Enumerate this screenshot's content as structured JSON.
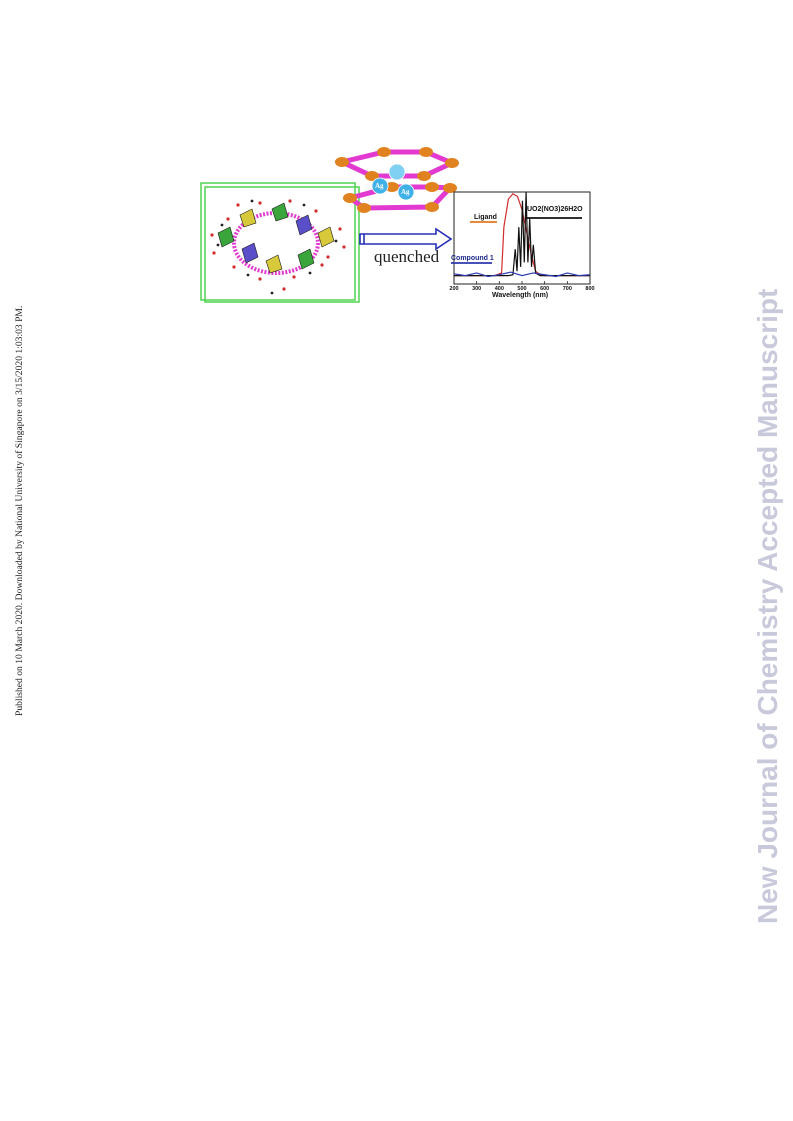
{
  "side_note": "Published on 10 March 2020. Downloaded by National University of Singapore on 3/15/2020 1:03:03 PM.",
  "watermark": "New Journal of Chemistry Accepted Manuscript",
  "graphic": {
    "arrow_label": "quenched",
    "ag_label": "Ag"
  },
  "chart_data": {
    "type": "line",
    "xlabel": "Wavelength (nm)",
    "x_ticks": [
      "200",
      "300",
      "400",
      "500",
      "600",
      "700",
      "800"
    ],
    "xlim": [
      200,
      800
    ],
    "legend": [
      {
        "name": "Ligand",
        "color": "#e07b1f"
      },
      {
        "name": "UO2(NO3)26H2O",
        "color": "#111111"
      },
      {
        "name": "Compound 1",
        "color": "#2b3ab0"
      }
    ],
    "series": [
      {
        "name": "Ligand",
        "color": "#d22b2b",
        "x": [
          200,
          380,
          410,
          420,
          440,
          460,
          480,
          500,
          520,
          540,
          560,
          580,
          600,
          620,
          800
        ],
        "y": [
          0.05,
          0.05,
          0.08,
          0.6,
          0.92,
          0.98,
          0.95,
          0.8,
          0.55,
          0.3,
          0.1,
          0.06,
          0.05,
          0.05,
          0.05
        ]
      },
      {
        "name": "UO2(NO3)26H2O",
        "color": "#111111",
        "x": [
          200,
          440,
          460,
          470,
          478,
          486,
          494,
          502,
          510,
          518,
          526,
          534,
          542,
          550,
          560,
          580,
          800
        ],
        "y": [
          0.05,
          0.05,
          0.06,
          0.35,
          0.1,
          0.6,
          0.15,
          0.9,
          0.2,
          1.0,
          0.2,
          0.7,
          0.15,
          0.4,
          0.08,
          0.05,
          0.05
        ]
      },
      {
        "name": "Compound 1",
        "color": "#2b3ab0",
        "x": [
          200,
          250,
          300,
          350,
          400,
          450,
          500,
          550,
          600,
          650,
          700,
          750,
          800
        ],
        "y": [
          0.07,
          0.05,
          0.08,
          0.04,
          0.06,
          0.09,
          0.05,
          0.08,
          0.06,
          0.04,
          0.08,
          0.05,
          0.06
        ]
      }
    ],
    "grid": false
  }
}
